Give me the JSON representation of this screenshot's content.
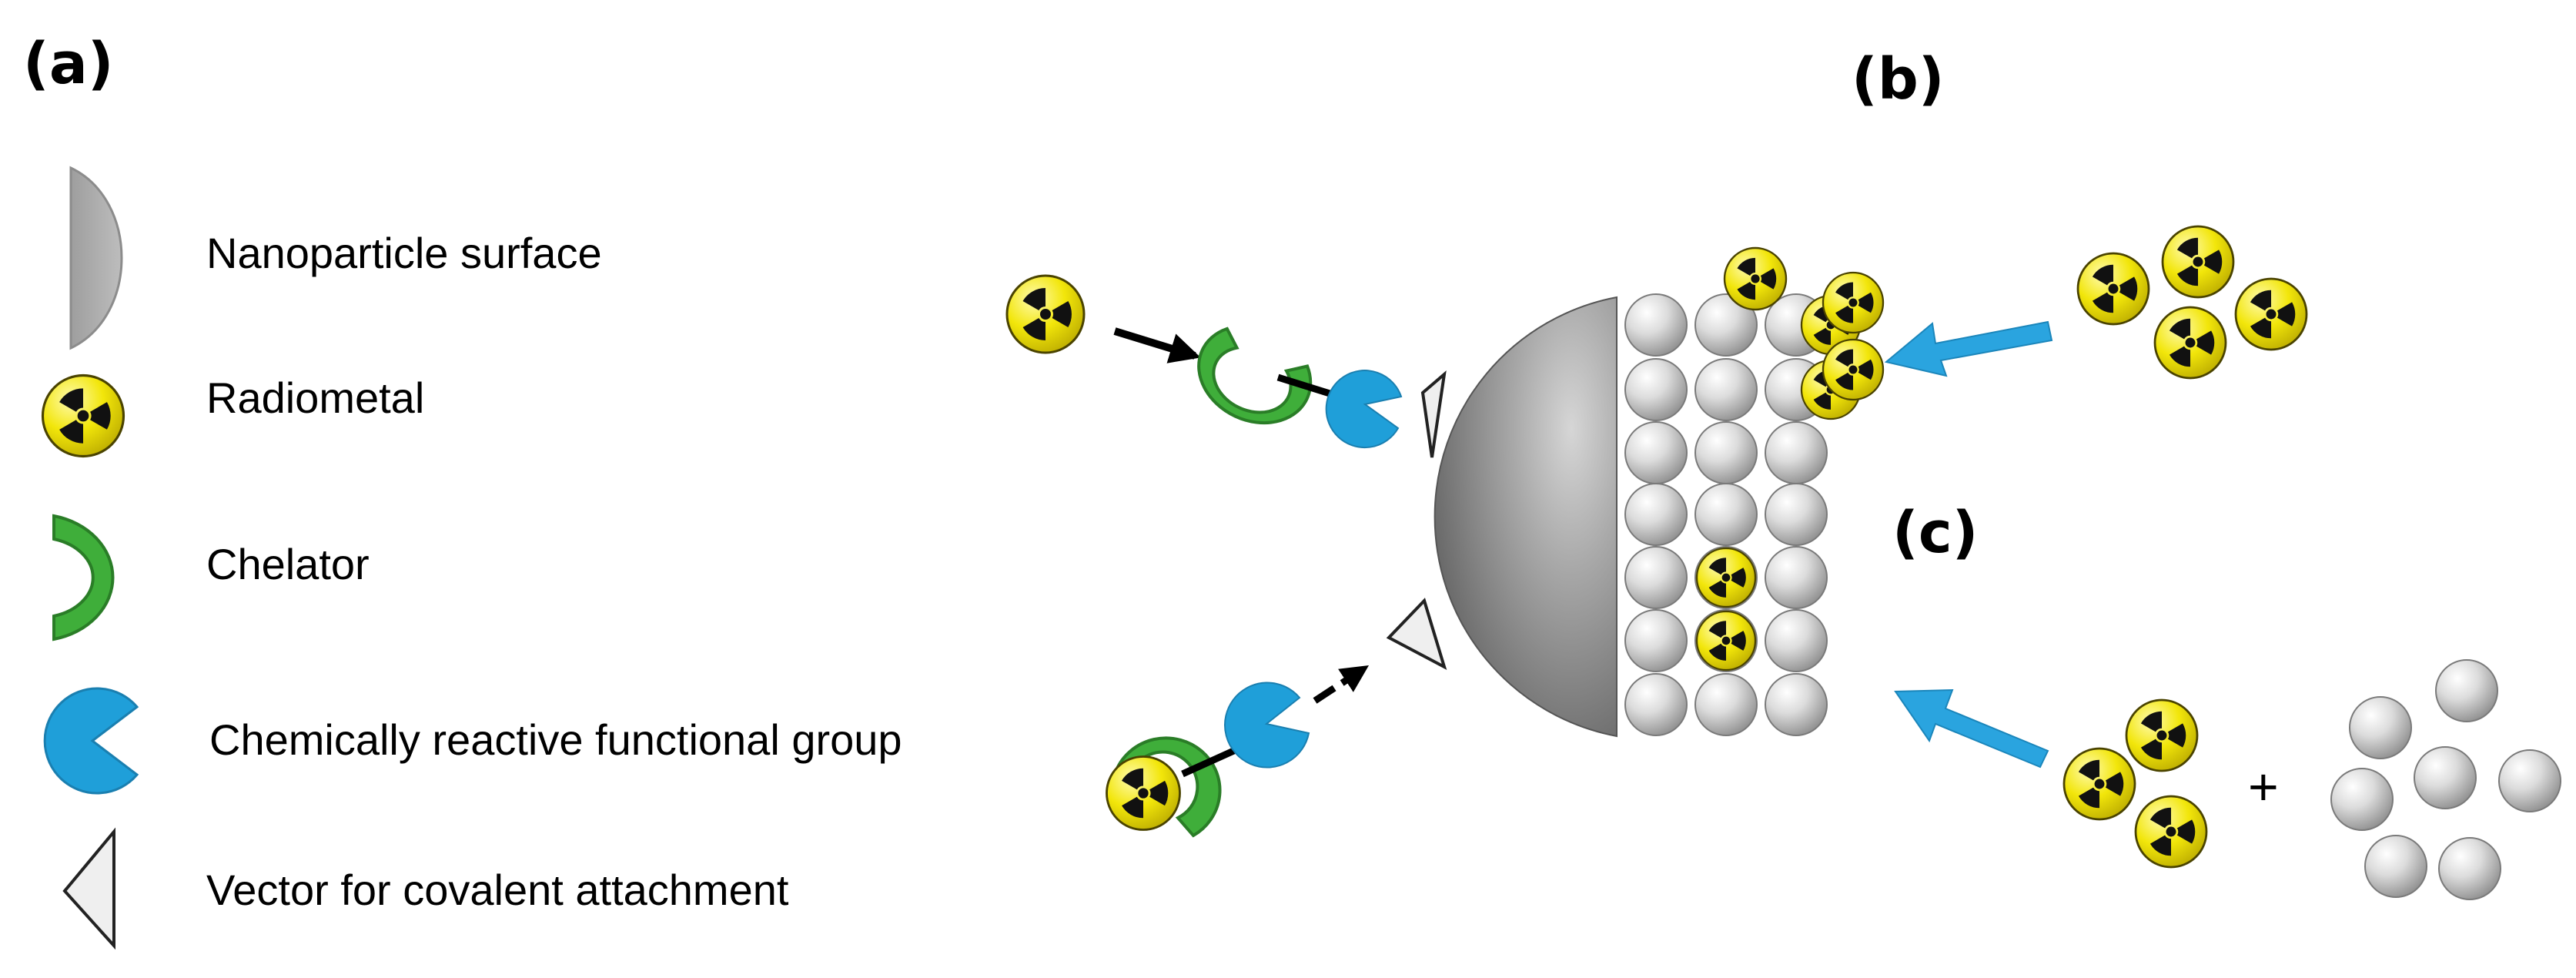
{
  "panels": {
    "a": "(a)",
    "b": "(b)",
    "c": "(c)"
  },
  "legend": {
    "nanoparticle_surface": "Nanoparticle surface",
    "radiometal": "Radiometal",
    "chelator": "Chelator",
    "functional_group": "Chemically reactive functional group",
    "vector": "Vector for covalent attachment"
  },
  "plus_sign": "+",
  "colors": {
    "radiometal_fill": "#f2e60a",
    "radiometal_symbol": "#111111",
    "chelator": "#3fae3a",
    "chelator_dark": "#2a7d27",
    "functional_group": "#1f9fd9",
    "arrow_blue": "#2aa4df",
    "nanoparticle": "#8a8a8a",
    "vector_fill": "#ededed",
    "sphere_light": "#f4f4f4",
    "sphere_dark": "#9d9d9d"
  },
  "icons": {
    "radiometal": "radiation-trefoil-icon",
    "chelator": "horseshoe-icon",
    "functional_group": "pacman-icon",
    "vector": "triangle-icon"
  }
}
